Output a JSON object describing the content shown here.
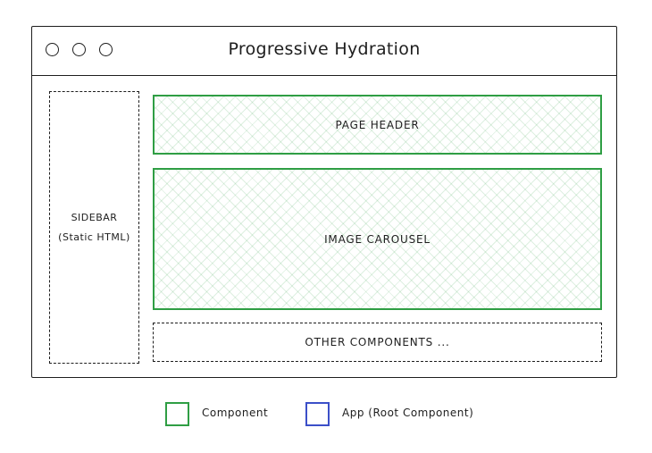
{
  "window": {
    "title": "Progressive Hydration",
    "controls": [
      "window-dot",
      "window-dot",
      "window-dot"
    ]
  },
  "sidebar": {
    "label": "SIDEBAR",
    "sublabel": "(Static HTML)"
  },
  "components": {
    "page_header": "PAGE HEADER",
    "image_carousel": "IMAGE CAROUSEL",
    "other": "OTHER COMPONENTS ..."
  },
  "legend": {
    "component_label": "Component",
    "app_label": "App (Root Component)"
  },
  "colors": {
    "component": "#2f9e44",
    "app": "#3b4fc8",
    "stroke": "#1e1e1e"
  }
}
